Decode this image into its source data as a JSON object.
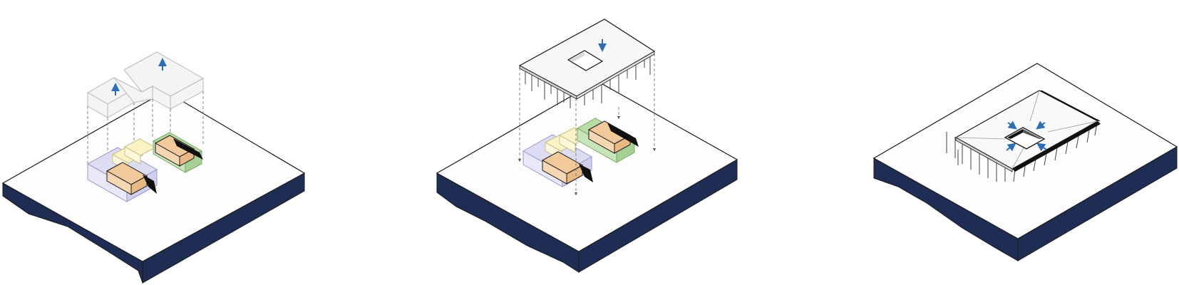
{
  "diagram": {
    "panels": [
      {
        "id": "stage-1",
        "steps": [
          "lift-upper-volumes"
        ]
      },
      {
        "id": "stage-2",
        "steps": [
          "lower-roof-plate"
        ]
      },
      {
        "id": "stage-3",
        "steps": [
          "close-courtyard"
        ]
      }
    ]
  },
  "colors": {
    "ground_top": "#fdfdfd",
    "ground_side": "#1f2c54",
    "outline": "#1a1a1a",
    "volume_orange": "#f2c99a",
    "volume_yellow": "#fbf3c6",
    "volume_green": "#b9dca7",
    "volume_lavender": "#dcdcf3",
    "ghost": "#f4f4f4",
    "arrow": "#2f6db5"
  },
  "icons": [
    "arrow-up-icon",
    "arrow-down-icon",
    "arrow-inward-icon"
  ]
}
